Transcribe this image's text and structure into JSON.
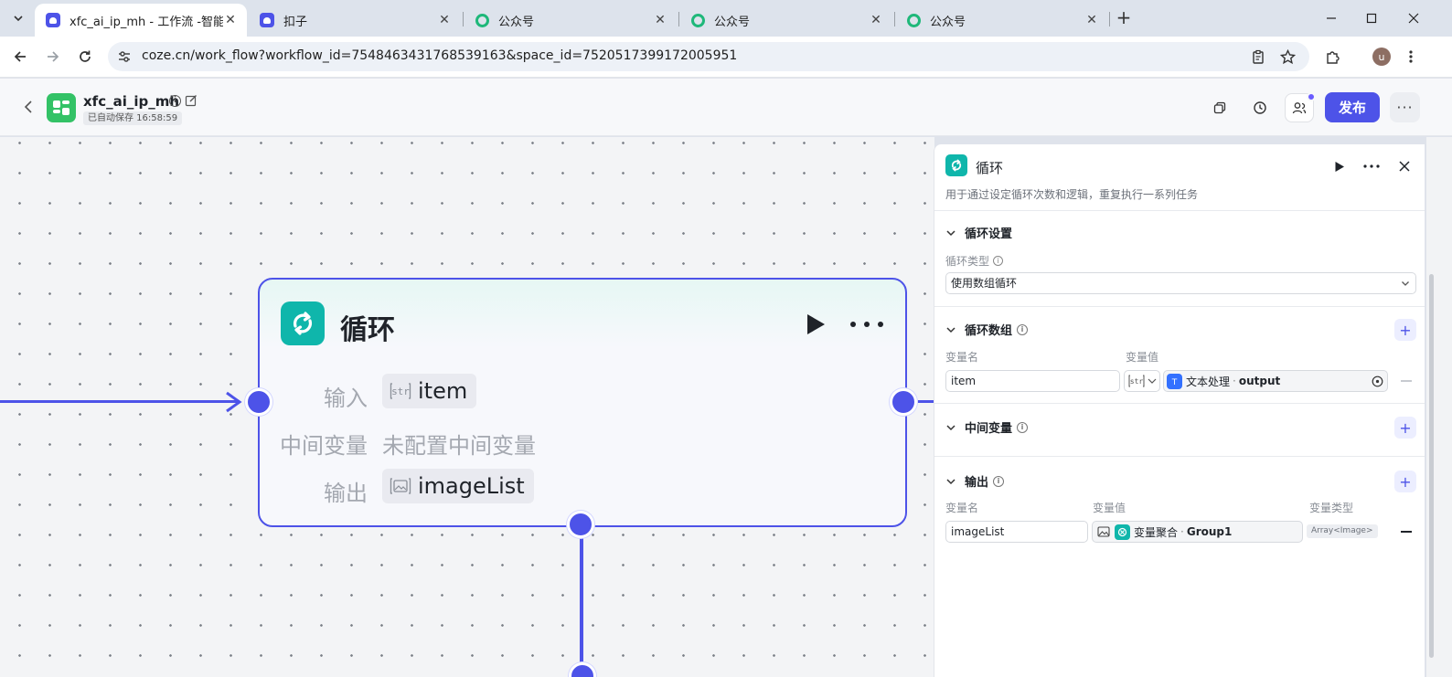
{
  "browser": {
    "tabs": [
      {
        "title": "xfc_ai_ip_mh - 工作流 -智能体",
        "icon": "coze-icon",
        "active": true
      },
      {
        "title": "扣子",
        "icon": "coze-icon",
        "active": false
      },
      {
        "title": "公众号",
        "icon": "wechat-icon",
        "active": false
      },
      {
        "title": "公众号",
        "icon": "wechat-icon",
        "active": false
      },
      {
        "title": "公众号",
        "icon": "wechat-icon",
        "active": false
      }
    ],
    "url": "coze.cn/work_flow?workflow_id=7548463431768539163&space_id=7520517399172005951",
    "profile_initial": "u"
  },
  "header": {
    "app_name": "xfc_ai_ip_mh",
    "autosave": "已自动保存 16:58:59",
    "publish_label": "发布",
    "accent": "#4d53e8"
  },
  "node": {
    "title": "循环",
    "input_label": "输入",
    "input_tag": "str",
    "input_value": "item",
    "mid_label": "中间变量",
    "mid_value": "未配置中间变量",
    "output_label": "输出",
    "output_value": "imageList",
    "icon_color": "#0fb6ab"
  },
  "panel": {
    "title": "循环",
    "description": "用于通过设定循环次数和逻辑，重复执行一系列任务",
    "loop_settings": {
      "title": "循环设置",
      "type_label": "循环类型",
      "type_value": "使用数组循环"
    },
    "loop_array": {
      "title": "循环数组",
      "col_name": "变量名",
      "col_value": "变量值",
      "var_name": "item",
      "type_tag": "str",
      "source_node": "文本处理",
      "source_sep": "·",
      "source_field": "output"
    },
    "intermediate": {
      "title": "中间变量"
    },
    "output": {
      "title": "输出",
      "col_name": "变量名",
      "col_value": "变量值",
      "col_type": "变量类型",
      "var_name": "imageList",
      "source_node": "变量聚合",
      "source_sep": "·",
      "source_field": "Group1",
      "var_type": "Array<Image>"
    }
  }
}
